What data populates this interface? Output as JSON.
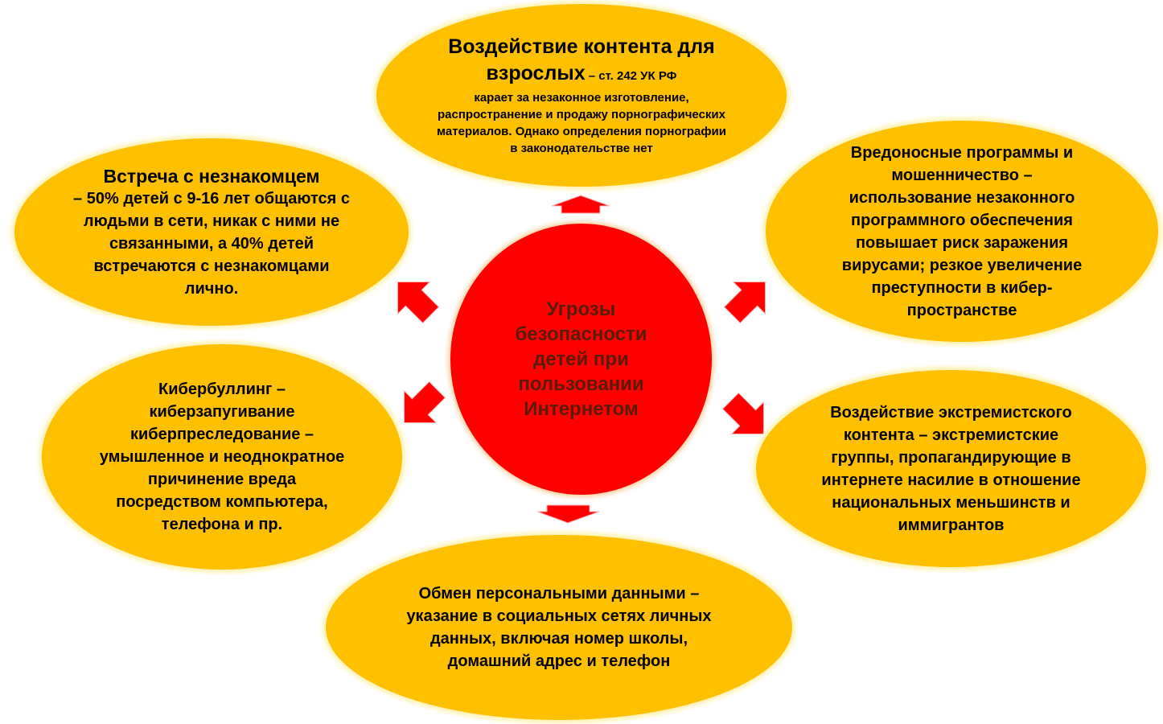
{
  "center": {
    "title": "Угрозы безопасности детей при пользовании Интернетом"
  },
  "nodes": {
    "adult_content": {
      "title": "Воздействие контента для взрослых",
      "text": " – ст. 242 УК РФ",
      "body": "карает за незаконное изготовление, распространение и продажу порнографических материалов. Однако определения порнографии в законодательстве нет"
    },
    "strangers": {
      "title": "Встреча с незнакомцем",
      "body": "– 50% детей с 9-16 лет общаются с людьми в сети, никак с ними не связанными, а 40% детей встречаются с незнакомцами лично."
    },
    "malware": {
      "title": "Вредоносные программы и мошенничество",
      "body": " – использование незаконного программного обеспечения повышает риск заражения вирусами; резкое увеличение преступности в кибер- пространстве"
    },
    "cyberbullying": {
      "title": "Кибербуллинг",
      "body": " – киберзапугивание киберпреследование – умышленное и неоднократное причинение вреда посредством компьютера, телефона и пр."
    },
    "extremism": {
      "title": "Воздействие экстремистского контента",
      "body": " – экстремистские группы, пропагандирующие в интернете насилие в отношение национальных меньшинств и иммигрантов"
    },
    "personal_data": {
      "title": "Обмен персональными данными",
      "body": " – указание в социальных сетях личных данных, включая номер школы, домашний адрес и телефон"
    }
  },
  "colors": {
    "node": "#FFC000",
    "center": "#FF0000",
    "arrow": "#FF0000"
  }
}
